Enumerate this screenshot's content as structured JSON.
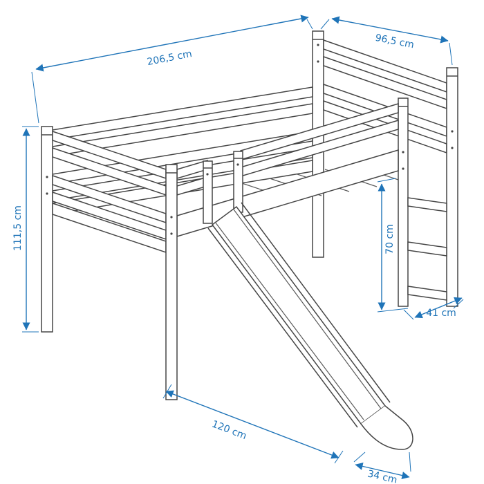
{
  "diagram": {
    "type": "technical-dimension-diagram",
    "subject": "loft bed with slide and ladder",
    "colors": {
      "outline": "#454545",
      "dimension": "#1f74b8",
      "background": "#ffffff"
    },
    "labels": {
      "length": "206,5 cm",
      "depth": "96,5 cm",
      "height": "111,5 cm",
      "ladder_height": "70 cm",
      "ladder_depth": "41 cm",
      "slide_length": "120 cm",
      "slide_width": "34 cm"
    }
  }
}
